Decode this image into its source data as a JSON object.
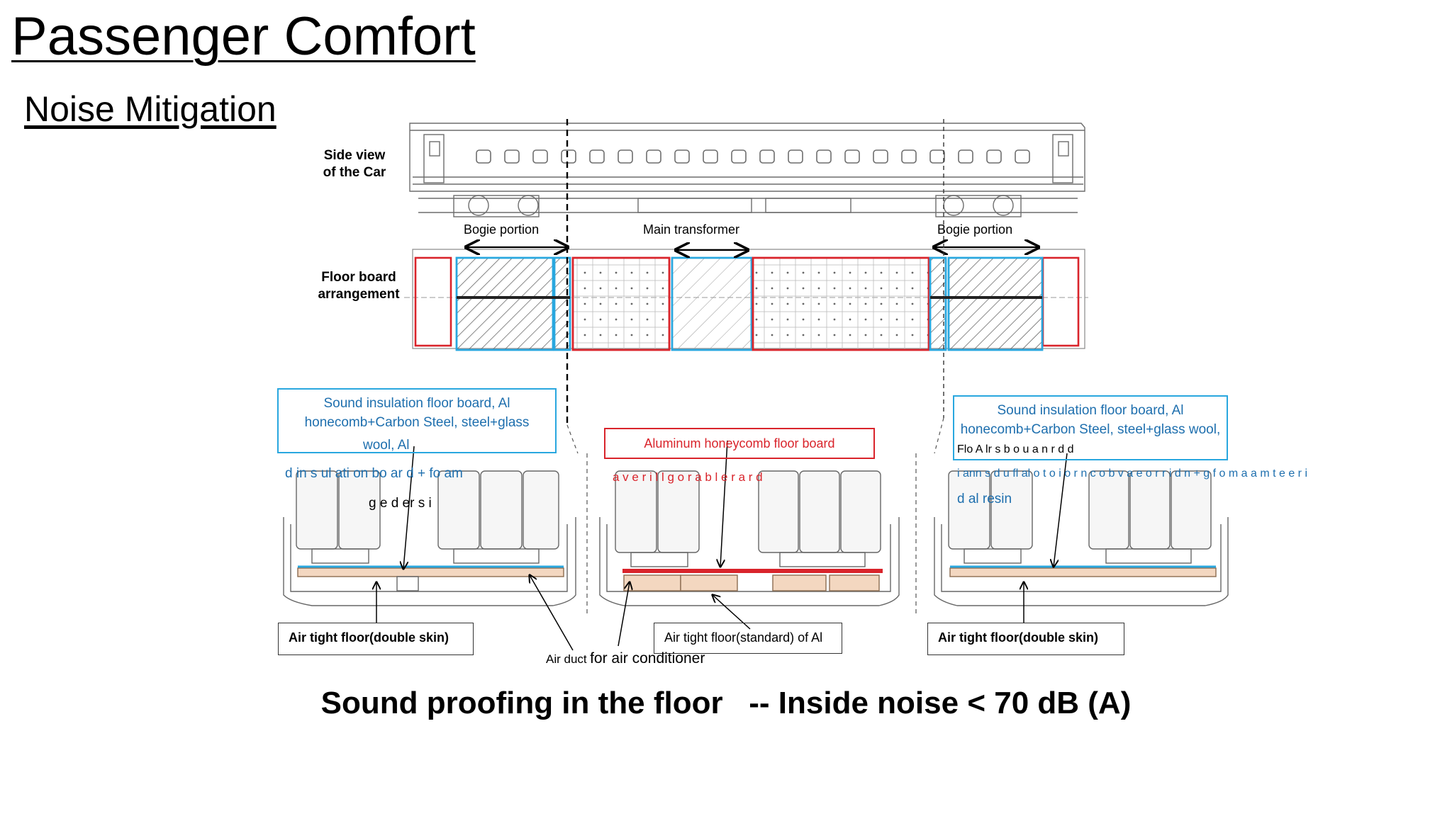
{
  "slide": {
    "title": "Passenger Comfort",
    "subtitle": "Noise Mitigation"
  },
  "diagram": {
    "side_view_label": [
      "Side view",
      "of the Car"
    ],
    "floor_board_label": [
      "Floor board",
      "arrangement"
    ],
    "dimension_labels": {
      "bogie_left": "Bogie portion",
      "main_transformer": "Main transformer",
      "bogie_right": "Bogie portion"
    },
    "callouts": {
      "left_blue": "Sound insulation floor board, Al honecomb+Carbon Steel, steel+glass",
      "left_blue_overflow": "wool, Al",
      "right_blue": "Sound insulation floor board, Al honecomb+Carbon Steel, steel+glass  wool,",
      "middle_red": "Aluminum honeycomb floor board",
      "left_overlap_1": "d  in s ul ati on bo ar d + fo am",
      "left_overlap_2": "g  e  d  er s  i",
      "middle_overlap": "a v  e  r  i  l  l  g  o  r  a  b  l  e  r  a  r  d",
      "right_overlap_1": "Flo A lr s b o u a n r d d",
      "right_overlap_2": "i ann s d u fl al o t o i o r n c o b v a e o r r i d n + g f o m a a m t e e r i",
      "right_overlap_3": "d al resin"
    },
    "floor_labels": {
      "left": "Air tight floor(double skin)",
      "middle": "Air tight floor(standard) of Al",
      "right": "Air tight floor(double skin)"
    },
    "air_duct_small": "Air duct",
    "air_duct_large": "for air conditioner",
    "colors": {
      "blue": "#29a7df",
      "red": "#d9242b",
      "outline": "#555555"
    }
  },
  "footer": {
    "text": "Sound proofing in the floor   -- Inside noise < 70 dB (A)"
  }
}
